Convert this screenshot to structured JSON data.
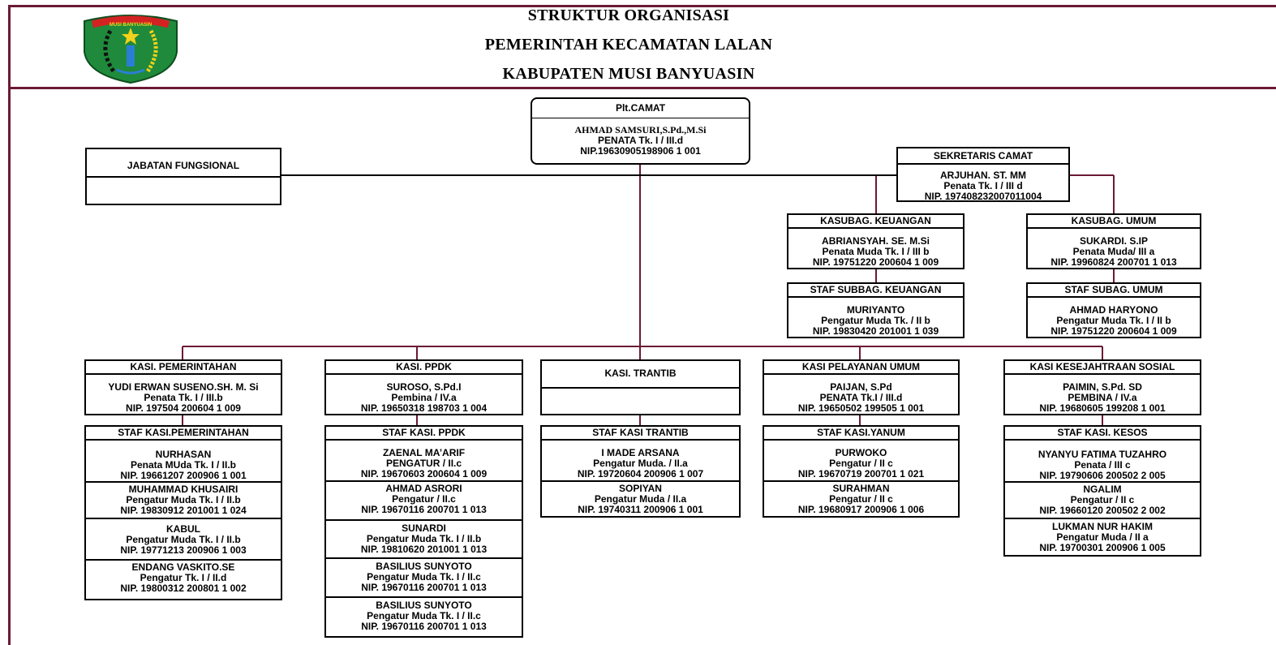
{
  "header": {
    "title_line1": "STRUKTUR ORGANISASI",
    "title_line2": "PEMERINTAH KECAMATAN LALAN",
    "title_line3": "KABUPATEN MUSI BANYUASIN",
    "logo_text": "MUSI BANYUASIN"
  },
  "colors": {
    "accent": "#6b1a33",
    "logo_green": "#1f8a3b",
    "logo_yellow": "#f2d21b"
  },
  "camat": {
    "title": "Plt.CAMAT",
    "name": "AHMAD SAMSURI,S.Pd.,M.Si",
    "rank": "PENATA Tk. I / III.d",
    "nip": "NIP.19630905198906 1 001"
  },
  "jabatan_fungsional": {
    "title": "JABATAN FUNGSIONAL"
  },
  "sekretaris": {
    "title": "SEKRETARIS CAMAT",
    "name": "ARJUHAN. ST. MM",
    "rank": "Penata Tk. I / III d",
    "nip": "NIP. 197408232007011004"
  },
  "kasubag_keuangan": {
    "title": "KASUBAG.  KEUANGAN",
    "name": "ABRIANSYAH. SE. M.Si",
    "rank": "Penata Muda Tk. I / III b",
    "nip": "NIP. 19751220 200604 1 009"
  },
  "staf_keuangan": {
    "title": "STAF SUBBAG. KEUANGAN",
    "name": "MURIYANTO",
    "rank": "Pengatur Muda Tk. / II b",
    "nip": "NIP. 19830420 201001 1 039"
  },
  "kasubag_umum": {
    "title": "KASUBAG. UMUM",
    "name": "SUKARDI. S.IP",
    "rank": "Penata Muda/ III a",
    "nip": "NIP. 19960824 200701 1 013"
  },
  "staf_umum": {
    "title": "STAF SUBAG. UMUM",
    "name": "AHMAD HARYONO",
    "rank": "Pengatur Muda Tk. I / II b",
    "nip": "NIP. 19751220 200604 1 009"
  },
  "sections": [
    {
      "title": "KASI. PEMERINTAHAN",
      "name": "YUDI ERWAN SUSENO.SH. M. Si",
      "rank": "Penata Tk. I / III.b",
      "nip": "NIP. 197504 200604 1 009",
      "staff_title": "STAF KASI.PEMERINTAHAN",
      "staff": [
        {
          "name": "NURHASAN",
          "rank": "Penata MUda Tk. I / II.b",
          "nip": "NIP. 19661207 200906 1 001"
        },
        {
          "name": "MUHAMMAD KHUSAIRI",
          "rank": "Pengatur Muda Tk. I / II.b",
          "nip": "NIP. 19830912 201001 1 024"
        },
        {
          "name": "KABUL",
          "rank": "Pengatur Muda Tk. I / II.b",
          "nip": "NIP. 19771213 200906 1 003"
        },
        {
          "name": "ENDANG VASKITO.SE",
          "rank": "Pengatur Tk. I / II.d",
          "nip": "NIP. 19800312 200801 1 002"
        }
      ]
    },
    {
      "title": "KASI. PPDK",
      "name": "SUROSO, S.Pd.I",
      "rank": "Pembina / IV.a",
      "nip": "NIP. 19650318 198703 1 004",
      "staff_title": "STAF KASI. PPDK",
      "staff": [
        {
          "name": "ZAENAL MA’ARIF",
          "rank": "PENGATUR / II.c",
          "nip": "NIP. 19670603 200604 1 009"
        },
        {
          "name": "AHMAD ASRORI",
          "rank": "Pengatur / II.c",
          "nip": "NIP. 19670116 200701 1 013"
        },
        {
          "name": "SUNARDI",
          "rank": "Pengatur Muda Tk. I / II.b",
          "nip": "NIP. 19810620 201001 1 013"
        },
        {
          "name": "BASILIUS SUNYOTO",
          "rank": "Pengatur Muda Tk. I / II.c",
          "nip": "NIP. 19670116 200701 1 013"
        },
        {
          "name": "BASILIUS SUNYOTO",
          "rank": "Pengatur Muda Tk. I / II.c",
          "nip": "NIP. 19670116 200701 1 013"
        }
      ]
    },
    {
      "title": "KASI. TRANTIB",
      "name": "",
      "rank": "",
      "nip": "",
      "staff_title": "STAF KASI TRANTIB",
      "staff": [
        {
          "name": "I MADE ARSANA",
          "rank": "Pengatur Muda.  / II.a",
          "nip": "NIP. 19720604 200906 1 007"
        },
        {
          "name": "SOPIYAN",
          "rank": "Pengatur Muda  / II.a",
          "nip": "NIP. 19740311 200906 1 001"
        }
      ]
    },
    {
      "title": "KASI PELAYANAN UMUM",
      "name": "PAIJAN, S.Pd",
      "rank": "PENATA Tk.I / III.d",
      "nip": "NIP. 19650502 199505 1 001",
      "staff_title": "STAF KASI.YANUM",
      "staff": [
        {
          "name": "PURWOKO",
          "rank": "Pengatur / II c",
          "nip": "NIP. 19670719 200701 1 021"
        },
        {
          "name": "SURAHMAN",
          "rank": "Pengatur / II c",
          "nip": "NIP. 19680917 200906 1 006"
        }
      ]
    },
    {
      "title": "KASI KESEJAHTRAAN SOSIAL",
      "name": "PAIMIN, S.Pd. SD",
      "rank": "PEMBINA / IV.a",
      "nip": "NIP. 19680605 199208 1 001",
      "staff_title": "STAF KASI. KESOS",
      "staff": [
        {
          "name": "NYANYU FATIMA TUZAHRO",
          "rank": "Penata / III c",
          "nip": "NIP. 19790606 200502 2 005"
        },
        {
          "name": "NGALIM",
          "rank": "Pengatur / II c",
          "nip": "NIP. 19660120 200502 2 002"
        },
        {
          "name": "LUKMAN NUR HAKIM",
          "rank": "Pengatur Muda / II a",
          "nip": "NIP. 19700301 200906 1 005"
        }
      ]
    }
  ]
}
